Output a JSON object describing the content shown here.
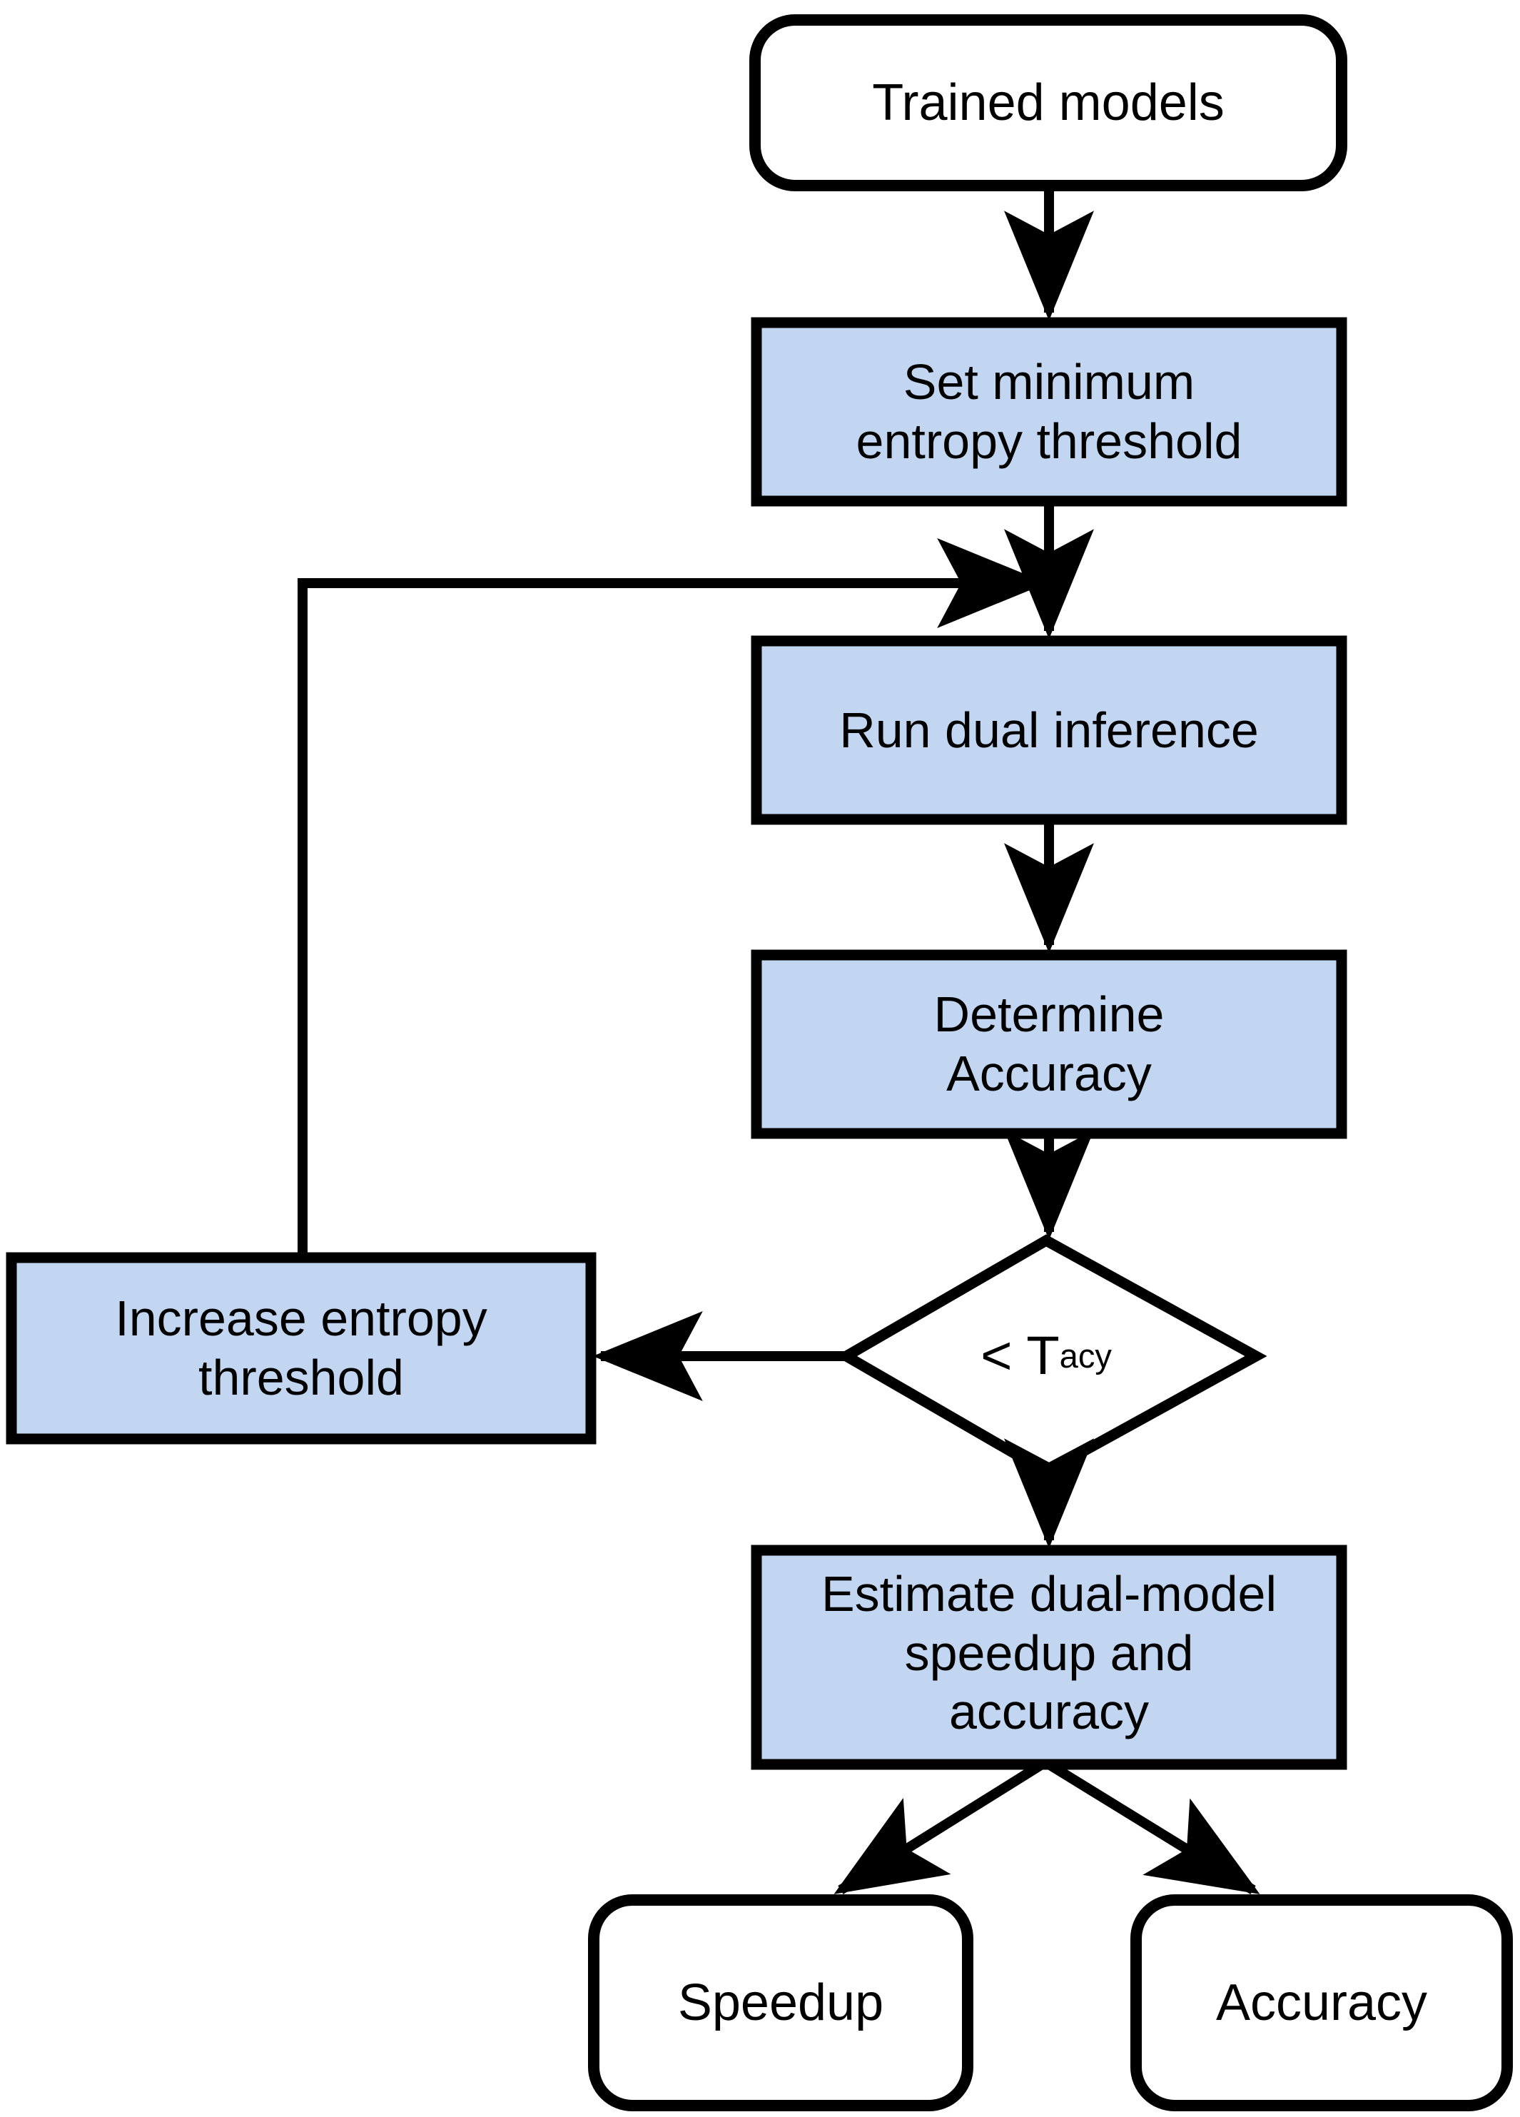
{
  "diagram": {
    "title": "Dual-model inference entropy threshold tuning flowchart",
    "type": "flowchart",
    "colors": {
      "process_fill": "#C3D6F1",
      "terminal_fill": "#FFFFFF",
      "decision_fill": "#FFFFFF",
      "stroke": "#000000",
      "background": "#FFFFFF"
    },
    "nodes": [
      {
        "id": "trained-models",
        "shape": "rounded-rectangle",
        "label": "Trained models",
        "fill": "#FFFFFF"
      },
      {
        "id": "set-min-entropy-threshold",
        "shape": "rectangle",
        "label": "Set minimum\nentropy threshold",
        "fill": "#C3D6F1"
      },
      {
        "id": "run-dual-inference",
        "shape": "rectangle",
        "label": "Run dual inference",
        "fill": "#C3D6F1"
      },
      {
        "id": "determine-accuracy",
        "shape": "rectangle",
        "label": "Determine\nAccuracy",
        "fill": "#C3D6F1"
      },
      {
        "id": "accuracy-decision",
        "shape": "diamond",
        "label_prefix": "< T",
        "label_subscript": "acy",
        "fill": "#FFFFFF"
      },
      {
        "id": "increase-entropy-threshold",
        "shape": "rectangle",
        "label": "Increase entropy\nthreshold",
        "fill": "#C3D6F1"
      },
      {
        "id": "estimate-speedup-accuracy",
        "shape": "rectangle",
        "label": "Estimate dual-model\nspeedup and\naccuracy",
        "fill": "#C3D6F1"
      },
      {
        "id": "speedup-output",
        "shape": "rounded-rectangle",
        "label": "Speedup",
        "fill": "#FFFFFF"
      },
      {
        "id": "accuracy-output",
        "shape": "rounded-rectangle",
        "label": "Accuracy",
        "fill": "#FFFFFF"
      }
    ],
    "edges": [
      {
        "id": "e1",
        "from": "trained-models",
        "to": "set-min-entropy-threshold",
        "label": ""
      },
      {
        "id": "e2",
        "from": "set-min-entropy-threshold",
        "to": "run-dual-inference",
        "label": ""
      },
      {
        "id": "e3",
        "from": "run-dual-inference",
        "to": "determine-accuracy",
        "label": ""
      },
      {
        "id": "e4",
        "from": "determine-accuracy",
        "to": "accuracy-decision",
        "label": ""
      },
      {
        "id": "e5",
        "from": "accuracy-decision",
        "to": "increase-entropy-threshold",
        "label": ""
      },
      {
        "id": "e6",
        "from": "increase-entropy-threshold",
        "to": "run-dual-inference",
        "label": ""
      },
      {
        "id": "e7",
        "from": "accuracy-decision",
        "to": "estimate-speedup-accuracy",
        "label": ""
      },
      {
        "id": "e8",
        "from": "estimate-speedup-accuracy",
        "to": "speedup-output",
        "label": ""
      },
      {
        "id": "e9",
        "from": "estimate-speedup-accuracy",
        "to": "accuracy-output",
        "label": ""
      }
    ]
  }
}
